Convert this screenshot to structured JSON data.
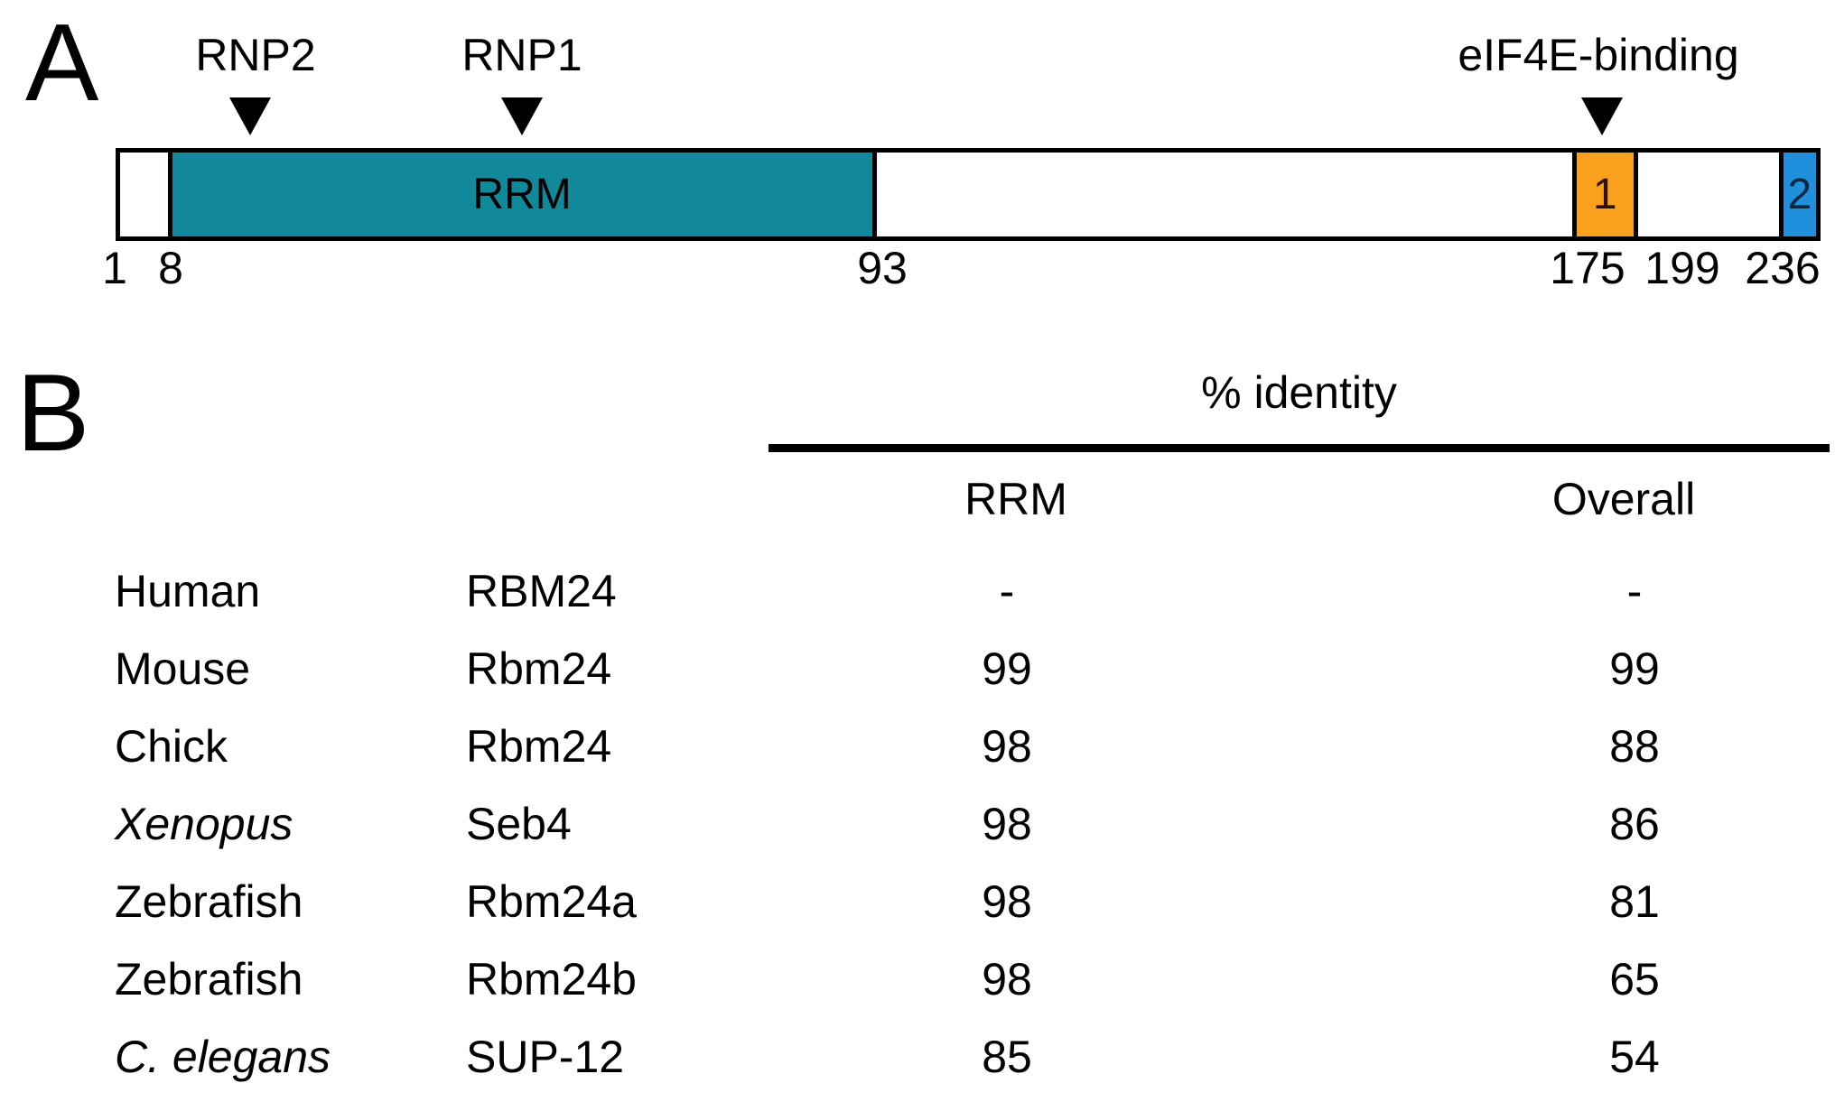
{
  "panel_a": {
    "label": "A",
    "annotations": {
      "rnp2": "RNP2",
      "rnp1": "RNP1",
      "eif4e": "eIF4E-binding"
    },
    "domain_bar": {
      "segments": {
        "rrm": {
          "label": "RRM",
          "color": "#12899B"
        },
        "eif4e1": {
          "label": "1",
          "color": "#F9A11D"
        },
        "eif4e2": {
          "label": "2",
          "color": "#2090DC"
        }
      },
      "positions": {
        "p1": "1",
        "p8": "8",
        "p93": "93",
        "p175": "175",
        "p199": "199",
        "p236": "236"
      }
    }
  },
  "panel_b": {
    "label": "B",
    "table": {
      "group_header": "% identity",
      "columns": {
        "rrm": "RRM",
        "overall": "Overall"
      },
      "rows": [
        {
          "species": "Human",
          "protein": "RBM24",
          "rrm": "-",
          "overall": "-"
        },
        {
          "species": "Mouse",
          "protein": "Rbm24",
          "rrm": "99",
          "overall": "99"
        },
        {
          "species": "Chick",
          "protein": "Rbm24",
          "rrm": "98",
          "overall": "88"
        },
        {
          "species": "Xenopus",
          "protein": "Seb4",
          "rrm": "98",
          "overall": "86"
        },
        {
          "species": "Zebrafish",
          "protein": "Rbm24a",
          "rrm": "98",
          "overall": "81"
        },
        {
          "species": "Zebrafish",
          "protein": "Rbm24b",
          "rrm": "98",
          "overall": "65"
        },
        {
          "species": "C. elegans",
          "protein": "SUP-12",
          "rrm": "85",
          "overall": "54"
        }
      ]
    }
  }
}
